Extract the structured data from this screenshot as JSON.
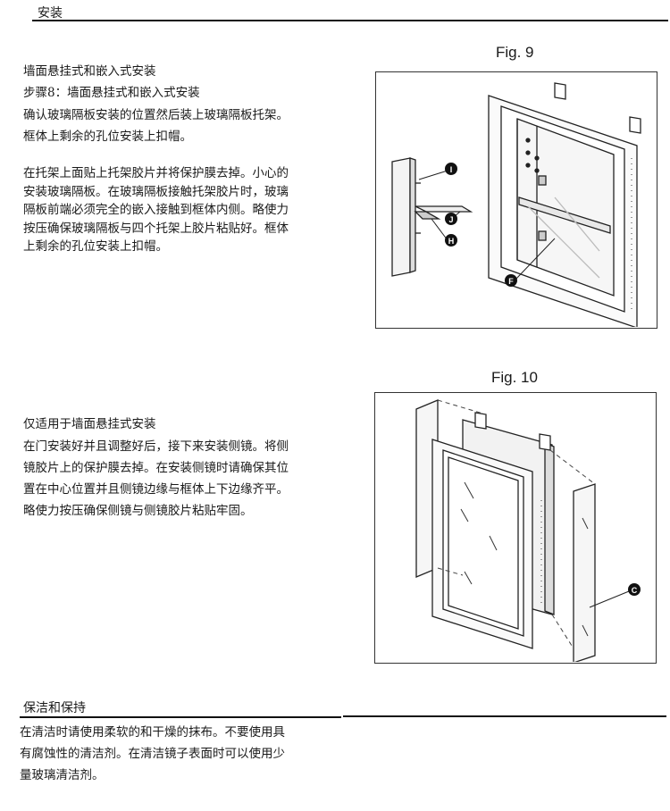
{
  "header": {
    "title": "安装"
  },
  "section1": {
    "heading": "墙面悬挂式和嵌入式安装",
    "step": "步骤8：墙面悬挂式和嵌入式安装",
    "para1": "确认玻璃隔板安装的位置然后装上玻璃隔板托架。\n框体上剩余的孔位安装上扣帽。",
    "para2": "在托架上面贴上托架胶片并将保护膜去掉。小心的\n安装玻璃隔板。在玻璃隔板接触托架胶片时，玻璃\n隔板前端必须完全的嵌入接触到框体内侧。略使力\n按压确保玻璃隔板与四个托架上胶片粘贴好。框体\n上剩余的孔位安装上扣帽。"
  },
  "fig9": {
    "label": "Fig. 9",
    "callouts": [
      "I",
      "J",
      "H",
      "F"
    ]
  },
  "section2": {
    "heading": "仅适用于墙面悬挂式安装",
    "para": "在门安装好并且调整好后，接下来安装侧镜。将侧\n镜胶片上的保护膜去掉。在安装侧镜时请确保其位\n置在中心位置并且侧镜边缘与框体上下边缘齐平。\n略使力按压确保侧镜与侧镜胶片粘贴牢固。"
  },
  "fig10": {
    "label": "Fig. 10",
    "callouts": [
      "C"
    ]
  },
  "section3": {
    "heading": "保洁和保持",
    "para": "在清洁时请使用柔软的和干燥的抹布。不要使用具\n有腐蚀性的清洁剂。在清洁镜子表面时可以使用少\n量玻璃清洁剂。"
  }
}
